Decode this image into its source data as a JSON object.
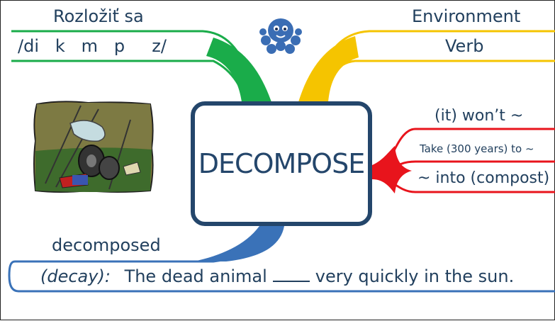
{
  "center_word": "DECOMPOSE",
  "top_left": {
    "translation": "Rozložiť sa",
    "pronunciation": "/di   k   m   p     z/"
  },
  "top_right": {
    "title": "Environment",
    "part_of_speech": "Verb"
  },
  "right": {
    "item1": "(it) won’t ~",
    "item2": "Take (300 years) to ~",
    "item3": "~ into (compost)"
  },
  "bottom": {
    "form": "decomposed",
    "synonym": "(decay):",
    "sentence_start": "The dead animal",
    "sentence_end": "very quickly in the sun."
  },
  "colors": {
    "green": "#1aac4a",
    "yellow": "#f5c400",
    "red": "#e8141c",
    "blue": "#3a72b8",
    "navy": "#24466b"
  },
  "icons": [
    "octopus-logo-icon",
    "garbage-clipart-icon"
  ]
}
